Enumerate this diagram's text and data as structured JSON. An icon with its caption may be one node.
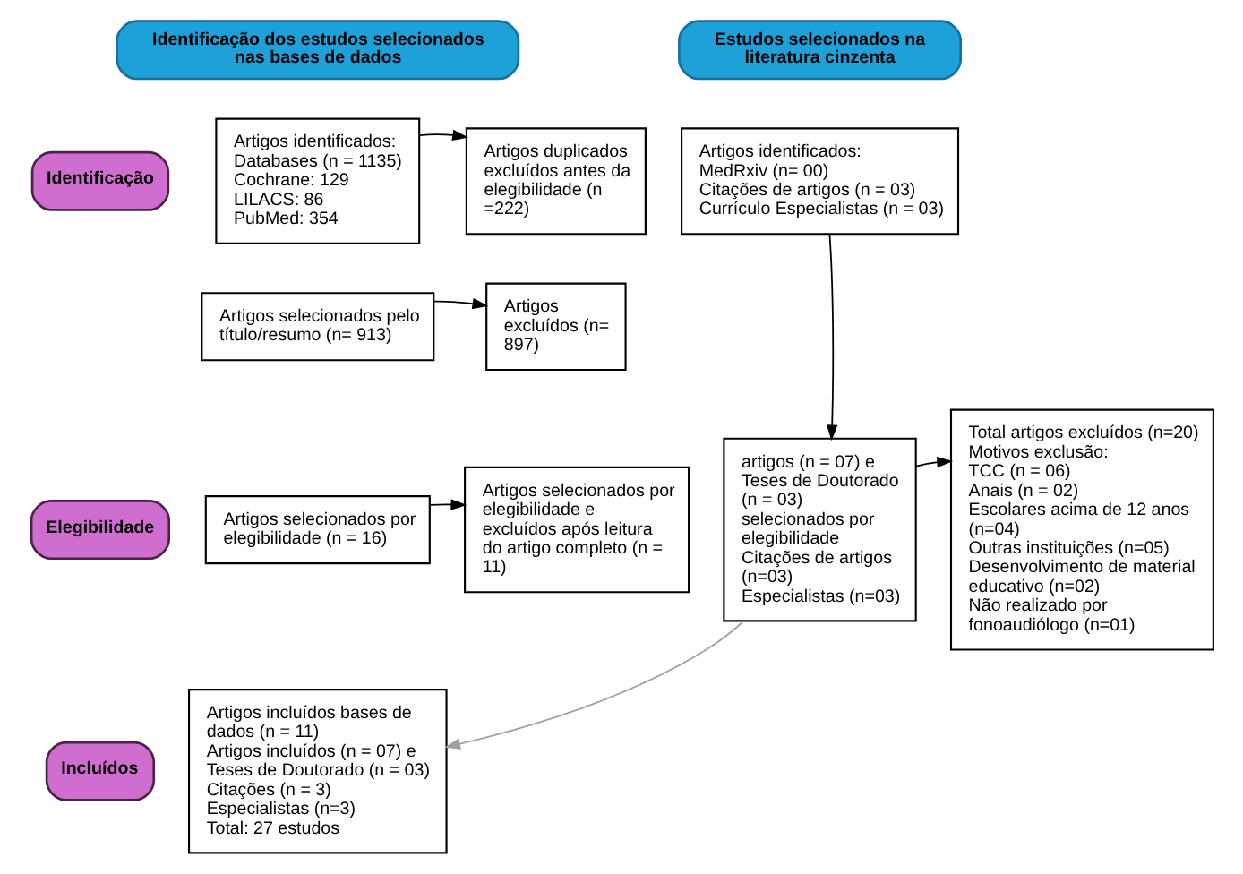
{
  "diagram": {
    "nodes": [
      {
        "text": [
          "Identificação dos estudos selecionados nas bases de dados"
        ]
      },
      {
        "text": [
          "Estudos selecionados na literatura cinzenta"
        ]
      },
      {
        "text": [
          "Identificação"
        ]
      },
      {
        "text": [
          "Elegibilidade"
        ]
      },
      {
        "text": [
          "Incluídos"
        ]
      },
      {
        "text": [
          "Artigos identificados:",
          "Databases (n = 1135)",
          "Cochrane: 129",
          "LILACS: 86",
          "PubMed: 354"
        ]
      },
      {
        "text": [
          "Artigos duplicados excluídos antes da elegibilidade (n =222)"
        ]
      },
      {
        "text": [
          "Artigos excluídos (n= 897)"
        ]
      },
      {
        "text": [
          "Artigos selecionados pelo título/resumo (n= 913)"
        ]
      },
      {
        "text": [
          "Artigos selecionados por elegibilidade (n = 16)"
        ]
      },
      {
        "text": [
          "Artigos selecionados por elegibilidade e excluídos após leitura do artigo completo (n = 11)"
        ]
      },
      {
        "text": [
          "Artigos incluídos bases de dados (n = 11)",
          "Artigos incluídos (n = 07) e Teses de Doutorado (n = 03)",
          "Citações (n = 3)",
          "Especialistas (n=3)",
          "Total: 27 estudos"
        ]
      },
      {
        "text": [
          "Artigos identificados:",
          "MedRxiv (n= 00)",
          "Citações de artigos (n = 03)",
          "Currículo Especialistas (n = 03)"
        ]
      },
      {
        "text": [
          "artigos (n = 07) e Teses de Doutorado (n = 03) selecionados por elegibilidade",
          "Citações de artigos (n=03)",
          "Especialistas (n=03)"
        ]
      },
      {
        "text": [
          "Total artigos excluídos (n=20)",
          "Motivos exclusão:",
          "TCC (n = 06)",
          "Anais (n = 02)",
          "Escolares acima de 12 anos (n=04)",
          "Outras instituições (n=05)",
          "Desenvolvimento de material educativo (n=02)",
          "Não realizado por fonoaudiólogo (n=01)"
        ]
      }
    ],
    "edges": [
      {
        "from": 5,
        "to": 6,
        "arrow": "to"
      },
      {
        "from": 8,
        "to": 7,
        "arrow": "to"
      },
      {
        "from": 9,
        "to": 10,
        "arrow": "to"
      },
      {
        "from": 12,
        "to": 13,
        "arrow": "to"
      },
      {
        "from": 13,
        "to": 14,
        "arrow": "to"
      },
      {
        "from": 13,
        "to": 11,
        "arrow": "to",
        "color": "#a0a0a0"
      }
    ]
  }
}
